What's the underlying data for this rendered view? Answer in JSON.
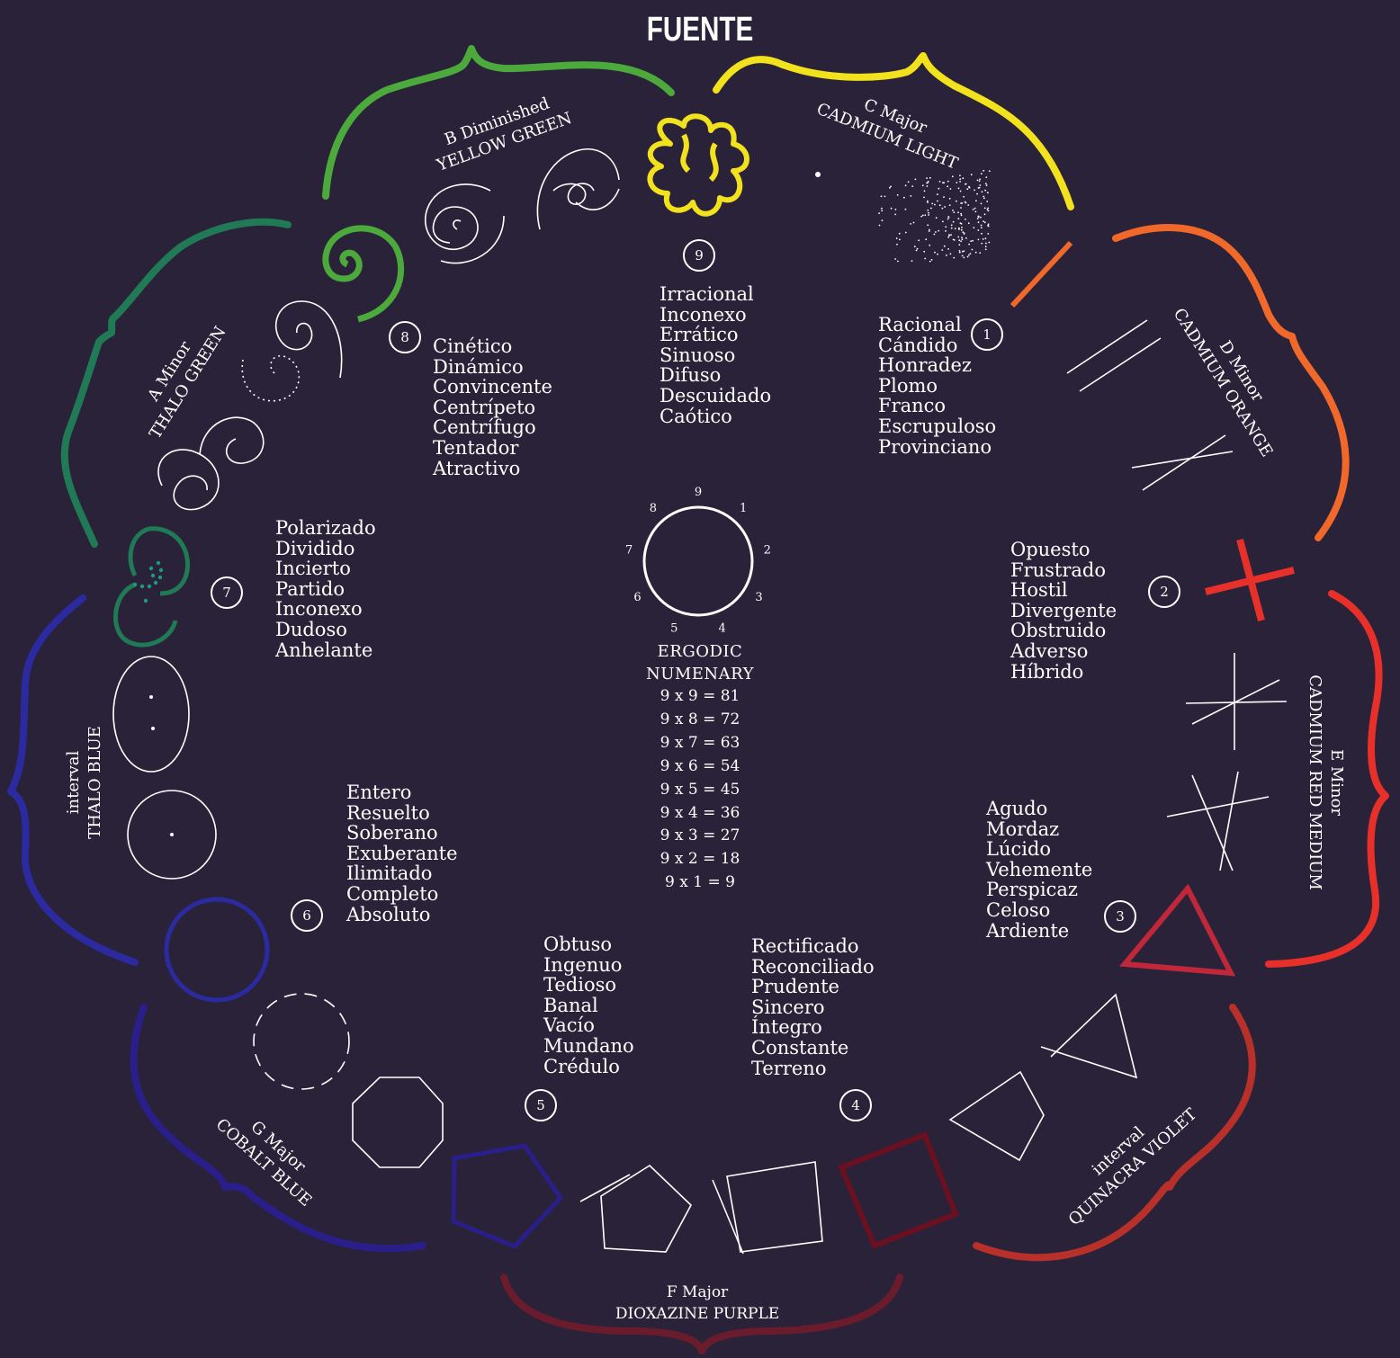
{
  "title": "FUENTE",
  "colors": {
    "background": "#2a2238",
    "yellow": "#f2e21e",
    "yellow_green": "#4caa3c",
    "thalo_green": "#1f7a55",
    "thalo_blue": "#2c2aa0",
    "cobalt_blue": "#2a1f8a",
    "dioxazine_purple": "#6a1c2c",
    "quinacra_violet": "#b8302a",
    "red_medium": "#e8302a",
    "orange": "#f0682a"
  },
  "bands": {
    "c_major": {
      "key": "C Major",
      "color_name": "CADMIUM LIGHT"
    },
    "b_diminished": {
      "key": "B Diminished",
      "color_name": "YELLOW GREEN"
    },
    "a_minor": {
      "key": "A Minor",
      "color_name": "THALO GREEN"
    },
    "thalo_blue": {
      "key": "interval",
      "color_name": "THALO BLUE"
    },
    "g_major": {
      "key": "G Major",
      "color_name": "COBALT BLUE"
    },
    "f_major": {
      "key": "F Major",
      "color_name": "DIOXAZINE PURPLE"
    },
    "quinacra": {
      "key": "interval",
      "color_name": "QUINACRA VIOLET"
    },
    "e_minor": {
      "key": "E Minor",
      "color_name": "CADMIUM RED MEDIUM"
    },
    "d_minor": {
      "key": "D Minor",
      "color_name": "CADMIUM ORANGE"
    }
  },
  "groups": {
    "g1": {
      "number": "1",
      "words": [
        "Racional",
        "Cándido",
        "Honradez",
        "Plomo",
        "Franco",
        "Escrupuloso",
        "Provinciano"
      ]
    },
    "g2": {
      "number": "2",
      "words": [
        "Opuesto",
        "Frustrado",
        "Hostil",
        "Divergente",
        "Obstruido",
        "Adverso",
        "Híbrido"
      ]
    },
    "g3": {
      "number": "3",
      "words": [
        "Agudo",
        "Mordaz",
        "Lúcido",
        "Vehemente",
        "Perspicaz",
        "Celoso",
        "Ardiente"
      ]
    },
    "g4": {
      "number": "4",
      "words": [
        "Rectificado",
        "Reconciliado",
        "Prudente",
        "Sincero",
        "Íntegro",
        "Constante",
        "Terreno"
      ]
    },
    "g5": {
      "number": "5",
      "words": [
        "Obtuso",
        "Ingenuo",
        "Tedioso",
        "Banal",
        "Vacío",
        "Mundano",
        "Crédulo"
      ]
    },
    "g6": {
      "number": "6",
      "words": [
        "Entero",
        "Resuelto",
        "Soberano",
        "Exuberante",
        "Ilimitado",
        "Completo",
        "Absoluto"
      ]
    },
    "g7": {
      "number": "7",
      "words": [
        "Polarizado",
        "Dividido",
        "Incierto",
        "Partido",
        "Inconexo",
        "Dudoso",
        "Anhelante"
      ]
    },
    "g8": {
      "number": "8",
      "words": [
        "Cinético",
        "Dinámico",
        "Convincente",
        "Centrípeto",
        "Centrífugo",
        "Tentador",
        "Atractivo"
      ]
    },
    "g9": {
      "number": "9",
      "words": [
        "Irracional",
        "Inconexo",
        "Errático",
        "Sinuoso",
        "Difuso",
        "Descuidado",
        "Caótico"
      ]
    }
  },
  "ergodic": {
    "heading1": "ERGODIC",
    "heading2": "NUMENARY",
    "dial_numbers": [
      "9",
      "1",
      "2",
      "3",
      "4",
      "5",
      "6",
      "7",
      "8"
    ],
    "equations": [
      "9 x 9 = 81",
      "9 x 8 = 72",
      "9 x 7 = 63",
      "9 x 6 = 54",
      "9 x 5 = 45",
      "9 x 4 = 36",
      "9 x 3 = 27",
      "9 x 2 = 18",
      "9 x 1 = 9"
    ]
  }
}
